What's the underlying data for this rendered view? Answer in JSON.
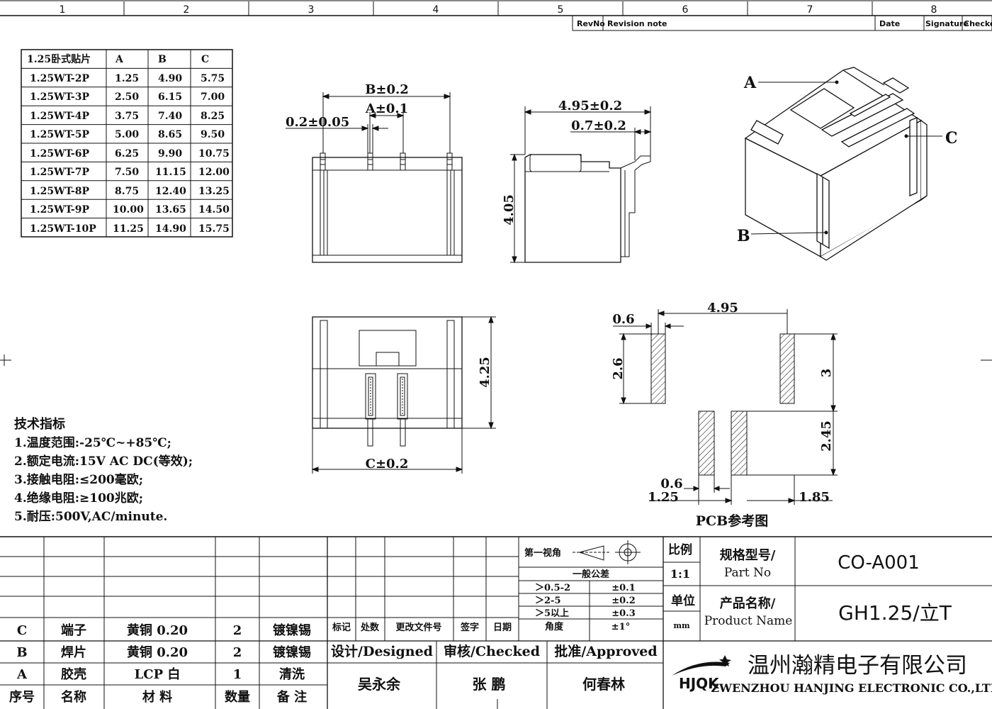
{
  "frame": {
    "columns": [
      "1",
      "2",
      "3",
      "4",
      "5",
      "6",
      "7",
      "8"
    ],
    "revision_headers": [
      "RevNo",
      "Revision note",
      "Date",
      "Signature",
      "Checked"
    ]
  },
  "variant_table": {
    "headers": [
      "1.25卧式贴片",
      "A",
      "B",
      "C"
    ],
    "rows": [
      [
        "1.25WT-2P",
        "1.25",
        "4.90",
        "5.75"
      ],
      [
        "1.25WT-3P",
        "2.50",
        "6.15",
        "7.00"
      ],
      [
        "1.25WT-4P",
        "3.75",
        "7.40",
        "8.25"
      ],
      [
        "1.25WT-5P",
        "5.00",
        "8.65",
        "9.50"
      ],
      [
        "1.25WT-6P",
        "6.25",
        "9.90",
        "10.75"
      ],
      [
        "1.25WT-7P",
        "7.50",
        "11.15",
        "12.00"
      ],
      [
        "1.25WT-8P",
        "8.75",
        "12.40",
        "13.25"
      ],
      [
        "1.25WT-9P",
        "10.00",
        "13.65",
        "14.50"
      ],
      [
        "1.25WT-10P",
        "11.25",
        "14.90",
        "15.75"
      ]
    ]
  },
  "front_view": {
    "dim_b": "B±0.2",
    "dim_a": "A±0.1",
    "dim_pin": "0.2±0.05"
  },
  "side_view": {
    "dim_width": "4.95±0.2",
    "dim_lead": "0.7±0.2",
    "dim_height": "4.05"
  },
  "iso_view": {
    "label_a": "A",
    "label_b": "B",
    "label_c": "C"
  },
  "bottom_view": {
    "dim_c": "C±0.2",
    "dim_h": "4.25"
  },
  "pcb": {
    "title": "PCB参考图",
    "d_495": "4.95",
    "d_06_top": "0.6",
    "d_26": "2.6",
    "d_3": "3",
    "d_245": "2.45",
    "d_06_bot": "0.6",
    "d_125": "1.25",
    "d_185": "1.85"
  },
  "specs": {
    "title": "技术指标",
    "lines": [
      "1.温度范围:-25℃~+85℃;",
      "2.额定电流:15V AC DC(等效);",
      "3.接触电阻:≤200毫欧;",
      "4.绝缘电阻:≥100兆欧;",
      "5.耐压:500V,AC/minute."
    ]
  },
  "bom": {
    "rows": [
      [
        "C",
        "端子",
        "黄铜 0.20",
        "2",
        "镀镍锡"
      ],
      [
        "B",
        "焊片",
        "黄铜 0.20",
        "2",
        "镀镍锡"
      ],
      [
        "A",
        "胶壳",
        "LCP 白",
        "1",
        "清洗"
      ]
    ],
    "headers": [
      "序号",
      "名称",
      "材 料",
      "数量",
      "备 注"
    ]
  },
  "change_headers": [
    "标记",
    "处数",
    "更改文件号",
    "签字",
    "日期"
  ],
  "projection_label": "第一视角",
  "tolerance": {
    "title": "一般公差",
    "rows": [
      [
        "＞0.5-2",
        "±0.1"
      ],
      [
        "＞2-5",
        "±0.2"
      ],
      [
        "＞5以上",
        "±0.3"
      ],
      [
        "角度",
        "±1°"
      ]
    ]
  },
  "title_block": {
    "scale_label": "比例",
    "scale_value": "1:1",
    "unit_label": "单位",
    "unit_value": "mm",
    "part_no_label_cn": "规格型号/",
    "part_no_label_en": "Part No",
    "part_no": "CO-A001",
    "product_label_cn": "产品名称/",
    "product_label_en": "Product Name",
    "product_name": "GH1.25/立T",
    "designed_label": "设计/Designed",
    "checked_label": "审核/Checked",
    "approved_label": "批准/Approved",
    "designer": "吴永余",
    "checker": "张 鹏",
    "approver": "何春林",
    "logo_text": "HJQK",
    "company_cn": "温州瀚精电子有限公司",
    "company_en": "ZWENZHOU HANJING ELECTRONIC CO.,LTD."
  }
}
